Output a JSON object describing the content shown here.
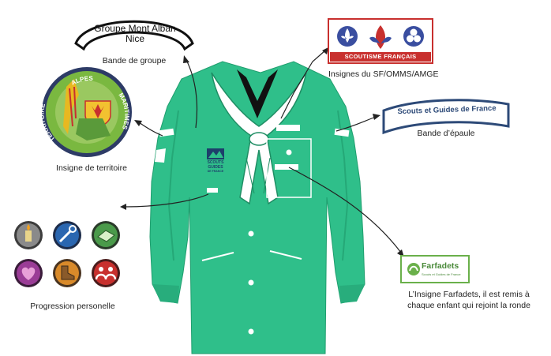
{
  "labels": {
    "group_band": "Bande de groupe",
    "territory_badge": "Insigne de territoire",
    "sf_badges": "Insignes du SF/OMMS/AMGE",
    "shoulder_band": "Bande d’épaule",
    "progression": "Progression personelle",
    "farfadets_line1": "L’Insigne Farfadets, il est remis à",
    "farfadets_line2": "chaque enfant qui rejoint la ronde"
  },
  "group_band_patch": {
    "line1": "Groupe Mont Alban",
    "line2": "Nice"
  },
  "territory_patch": {
    "left_word": "TERRITOIRE",
    "top_word": "ALPES",
    "right_word": "MARITIMES"
  },
  "sf_patch": {
    "banner": "SCOUTISME FRANÇAIS"
  },
  "shoulder_patch": {
    "text": "Scouts et Guides de France"
  },
  "chest_logo": {
    "line1": "SCOUTS",
    "line2": "GUIDES",
    "line3": "DE FRANCE"
  },
  "farfadets_patch": {
    "title": "Farfadets",
    "subtitle": "Scouts et Guides de France"
  },
  "progression_badges": [
    {
      "icon": "candle-icon",
      "color": "#8a8a8a"
    },
    {
      "icon": "tool-icon",
      "color": "#2a66b0"
    },
    {
      "icon": "book-icon",
      "color": "#4a9a4a"
    },
    {
      "icon": "heart-icon",
      "color": "#9a3c96"
    },
    {
      "icon": "boot-icon",
      "color": "#d98a2a"
    },
    {
      "icon": "people-icon",
      "color": "#c8302e"
    }
  ],
  "colors": {
    "shirt": "#2fbf8a",
    "shirt_shadow": "#25a877",
    "scarf": "#ffffff",
    "scarf_outline": "#1f8e64",
    "collar": "#111111"
  }
}
